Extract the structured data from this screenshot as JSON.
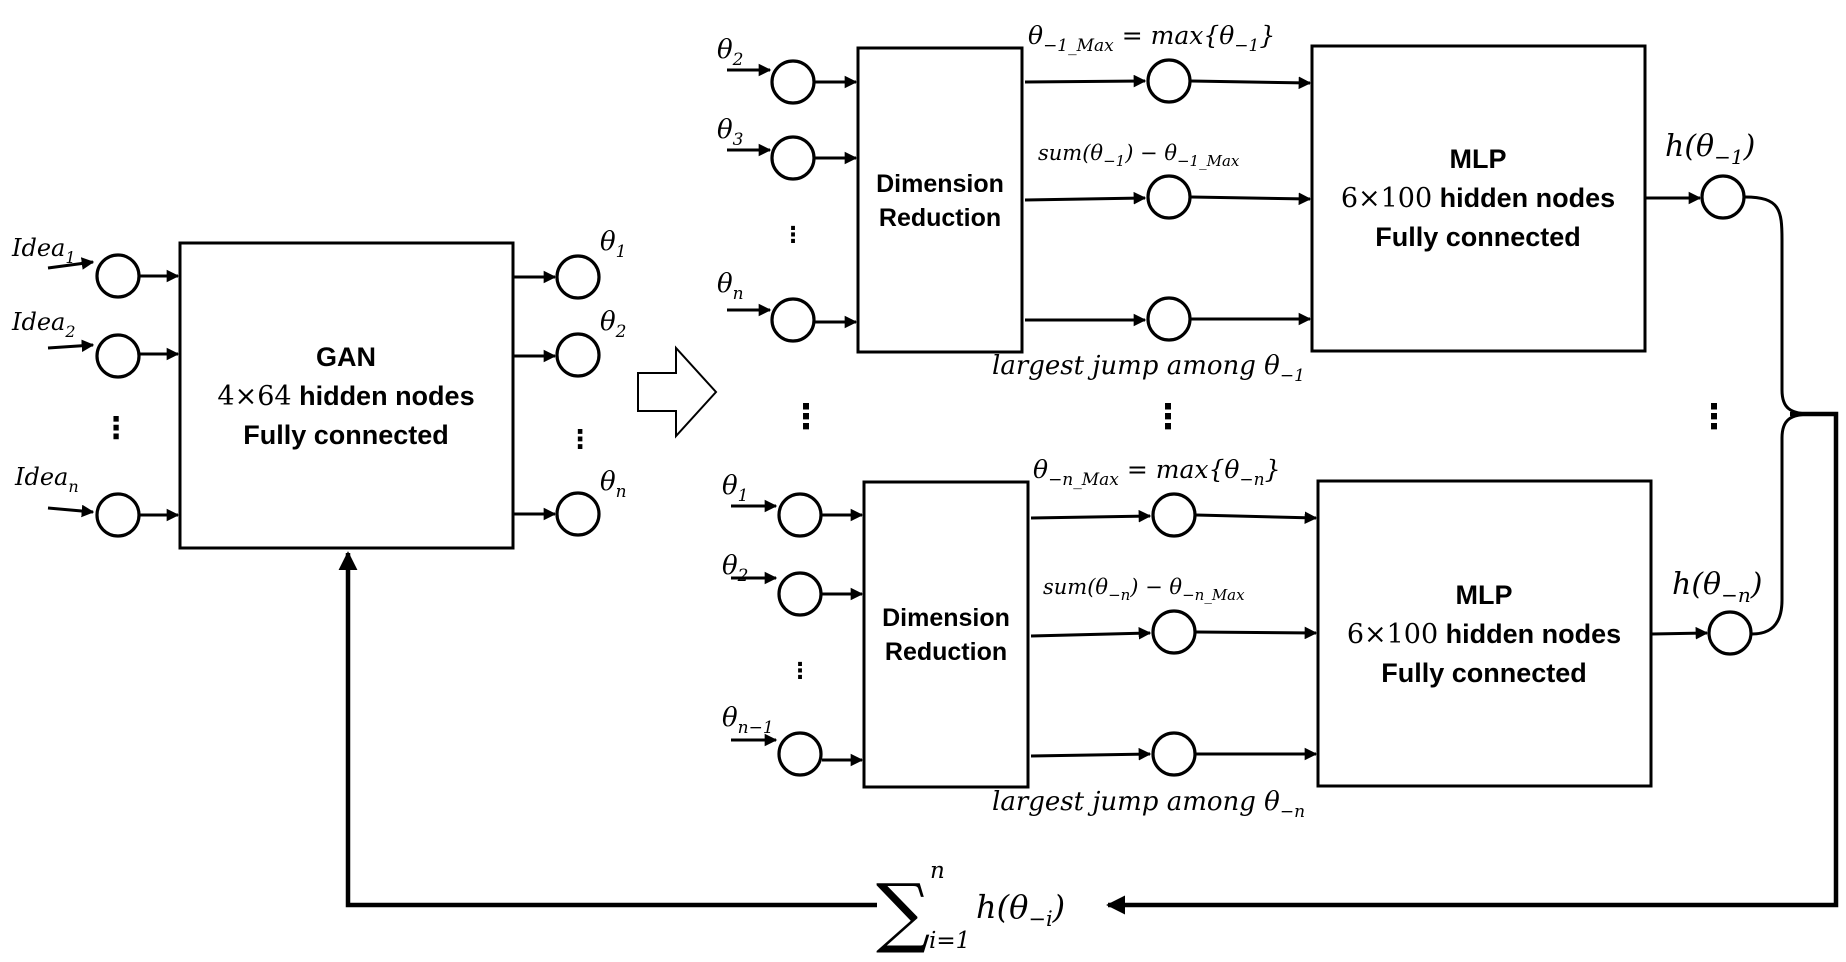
{
  "gan": {
    "title": "GAN",
    "size": "4×64",
    "size_suffix": " hidden nodes",
    "connectivity": "Fully connected",
    "inputs": [
      {
        "base": "Idea",
        "sub": "1"
      },
      {
        "base": "Idea",
        "sub": "2"
      },
      {
        "base": "Idea",
        "sub": "n"
      }
    ],
    "outputs": [
      {
        "base": "θ",
        "sub": "1"
      },
      {
        "base": "θ",
        "sub": "2"
      },
      {
        "base": "θ",
        "sub": "n"
      }
    ]
  },
  "block_top": {
    "inputs": [
      {
        "base": "θ",
        "sub": "2"
      },
      {
        "base": "θ",
        "sub": "3"
      },
      {
        "base": "θ",
        "sub": "n"
      }
    ],
    "dr_line1": "Dimension",
    "dr_line2": "Reduction",
    "feat_max": {
      "lhs": "θ",
      "lhs_sub": "−1_Max",
      "rhs": " = max{θ",
      "rhs_sub": "−1",
      "close": "}"
    },
    "feat_sum": {
      "a": "sum(θ",
      "a_sub": "−1",
      "b": ") − θ",
      "b_sub": "−1_Max"
    },
    "feat_jump": {
      "text": "largest jump among θ",
      "sub": "−1"
    },
    "mlp_title": "MLP",
    "mlp_size": "6×100",
    "mlp_suffix": " hidden nodes",
    "mlp_conn": "Fully connected",
    "output": {
      "a": "h(θ",
      "sub": "−1",
      "b": ")"
    }
  },
  "block_bottom": {
    "inputs": [
      {
        "base": "θ",
        "sub": "1"
      },
      {
        "base": "θ",
        "sub": "2"
      },
      {
        "base": "θ",
        "sub": "n−1"
      }
    ],
    "dr_line1": "Dimension",
    "dr_line2": "Reduction",
    "feat_max": {
      "lhs": "θ",
      "lhs_sub": "−n_Max",
      "rhs": " = max{θ",
      "rhs_sub": "−n",
      "close": "}"
    },
    "feat_sum": {
      "a": "sum(θ",
      "a_sub": "−n",
      "b": ") − θ",
      "b_sub": "−n_Max"
    },
    "feat_jump": {
      "text": "largest jump among θ",
      "sub": "−n"
    },
    "mlp_title": "MLP",
    "mlp_size": "6×100",
    "mlp_suffix": " hidden nodes",
    "mlp_conn": "Fully connected",
    "output": {
      "a": "h(θ",
      "sub": "−n",
      "b": ")"
    }
  },
  "feedback": {
    "sigma": "∑",
    "upper": "n",
    "lower": "i=1",
    "term": "h(θ",
    "term_sub": "−i",
    "term_close": ")"
  },
  "ellipsis": "⋮"
}
